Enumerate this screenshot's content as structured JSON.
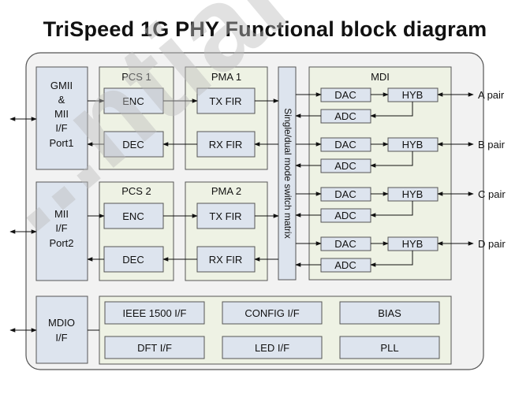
{
  "title": "TriSpeed 1G PHY Functional block diagram",
  "watermark": "...ntial",
  "colors": {
    "block_fill": "#dde4ee",
    "group_fill": "#eef2e4",
    "chip_fill": "#f2f2f2",
    "stroke": "#555555",
    "watermark": "#bdbdbd"
  },
  "port1": {
    "line1": "GMII",
    "line2": "&",
    "line3": "MII",
    "line4": "I/F",
    "line5": "Port1"
  },
  "port2": {
    "line1": "MII",
    "line2": "I/F",
    "line3": "Port2"
  },
  "mdio": {
    "line1": "MDIO",
    "line2": "I/F"
  },
  "pcs1": {
    "label": "PCS 1",
    "enc": "ENC",
    "dec": "DEC"
  },
  "pcs2": {
    "label": "PCS 2",
    "enc": "ENC",
    "dec": "DEC"
  },
  "pma1": {
    "label": "PMA 1",
    "tx": "TX FIR",
    "rx": "RX FIR"
  },
  "pma2": {
    "label": "PMA 2",
    "tx": "TX FIR",
    "rx": "RX FIR"
  },
  "switch_label": "Single/dual mode switch matrix",
  "mdi": {
    "label": "MDI",
    "dac": "DAC",
    "adc": "ADC",
    "hyb": "HYB",
    "pairs": [
      "A pair",
      "B pair",
      "C pair",
      "D pair"
    ]
  },
  "misc": {
    "ieee": "IEEE 1500 I/F",
    "config": "CONFIG I/F",
    "bias": "BIAS",
    "dft": "DFT I/F",
    "led": "LED I/F",
    "pll": "PLL"
  }
}
